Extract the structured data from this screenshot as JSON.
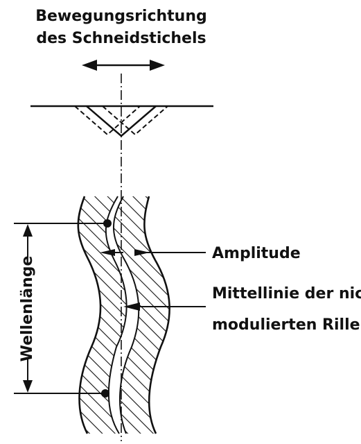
{
  "figure": {
    "heading_line1": "Bewegungsrichtung",
    "heading_line2": "des Schneidstichels",
    "label_amplitude": "Amplitude",
    "label_centerline_line1": "Mittellinie der nicht",
    "label_centerline_line2": "modulierten Rille",
    "label_wavelength": "Wellenlänge"
  },
  "colors": {
    "ink": "#111111",
    "background": "#ffffff"
  }
}
